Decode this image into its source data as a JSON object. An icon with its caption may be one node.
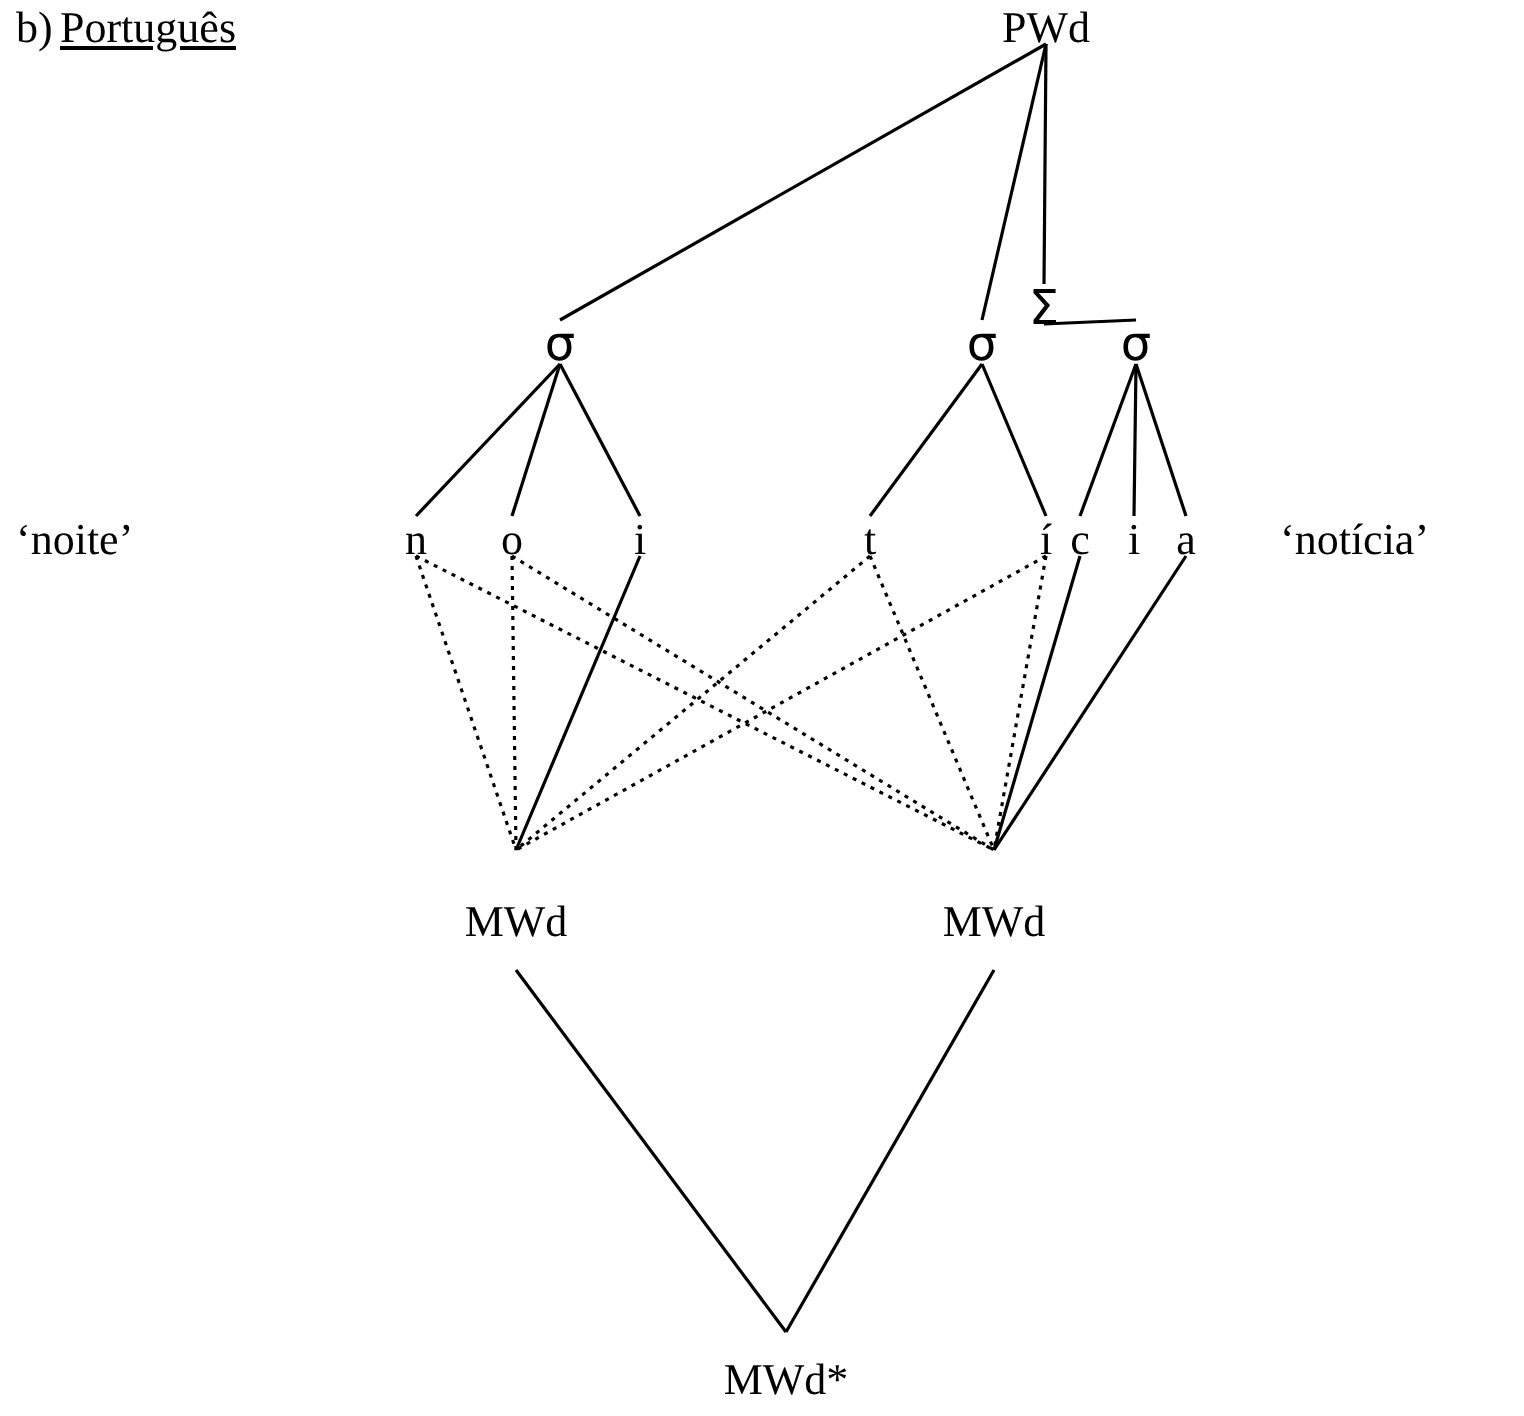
{
  "diagram": {
    "nodes": [
      {
        "text": [
          "PWd"
        ]
      },
      {
        "text": [
          "Σ"
        ]
      },
      {
        "text": [
          "σ"
        ]
      },
      {
        "text": [
          "σ"
        ]
      },
      {
        "text": [
          "σ"
        ]
      },
      {
        "text": [
          "n"
        ]
      },
      {
        "text": [
          "o"
        ]
      },
      {
        "text": [
          "i"
        ]
      },
      {
        "text": [
          "t"
        ]
      },
      {
        "text": [
          "í"
        ]
      },
      {
        "text": [
          "c"
        ]
      },
      {
        "text": [
          "i"
        ]
      },
      {
        "text": [
          "a"
        ]
      },
      {
        "text": [
          "MWd"
        ]
      },
      {
        "text": [
          "MWd"
        ]
      },
      {
        "text": [
          "MWd*"
        ]
      }
    ],
    "edges": [
      {
        "from": 0,
        "to": 2,
        "arrow": "none"
      },
      {
        "from": 0,
        "to": 3,
        "arrow": "none"
      },
      {
        "from": 0,
        "to": 1,
        "arrow": "none"
      },
      {
        "from": 1,
        "to": 4,
        "arrow": "none"
      },
      {
        "from": 2,
        "to": 5,
        "arrow": "none"
      },
      {
        "from": 2,
        "to": 6,
        "arrow": "none"
      },
      {
        "from": 2,
        "to": 7,
        "arrow": "none"
      },
      {
        "from": 3,
        "to": 8,
        "arrow": "none"
      },
      {
        "from": 3,
        "to": 9,
        "arrow": "none"
      },
      {
        "from": 4,
        "to": 10,
        "arrow": "none"
      },
      {
        "from": 4,
        "to": 11,
        "arrow": "none"
      },
      {
        "from": 4,
        "to": 12,
        "arrow": "none"
      },
      {
        "from": 5,
        "to": 13,
        "arrow": "none",
        "style": "dashed"
      },
      {
        "from": 6,
        "to": 13,
        "arrow": "none",
        "style": "dashed"
      },
      {
        "from": 7,
        "to": 13,
        "arrow": "none"
      },
      {
        "from": 8,
        "to": 13,
        "arrow": "none",
        "style": "dashed"
      },
      {
        "from": 9,
        "to": 13,
        "arrow": "none",
        "style": "dashed"
      },
      {
        "from": 5,
        "to": 14,
        "arrow": "none",
        "style": "dashed"
      },
      {
        "from": 6,
        "to": 14,
        "arrow": "none",
        "style": "dashed"
      },
      {
        "from": 8,
        "to": 14,
        "arrow": "none",
        "style": "dashed"
      },
      {
        "from": 9,
        "to": 14,
        "arrow": "none",
        "style": "dashed"
      },
      {
        "from": 10,
        "to": 14,
        "arrow": "none"
      },
      {
        "from": 12,
        "to": 14,
        "arrow": "none"
      },
      {
        "from": 13,
        "to": 15,
        "arrow": "none"
      },
      {
        "from": 14,
        "to": 15,
        "arrow": "none"
      }
    ],
    "labels": [
      "b)",
      "Português",
      "‘noite’",
      "‘notícia’"
    ]
  }
}
